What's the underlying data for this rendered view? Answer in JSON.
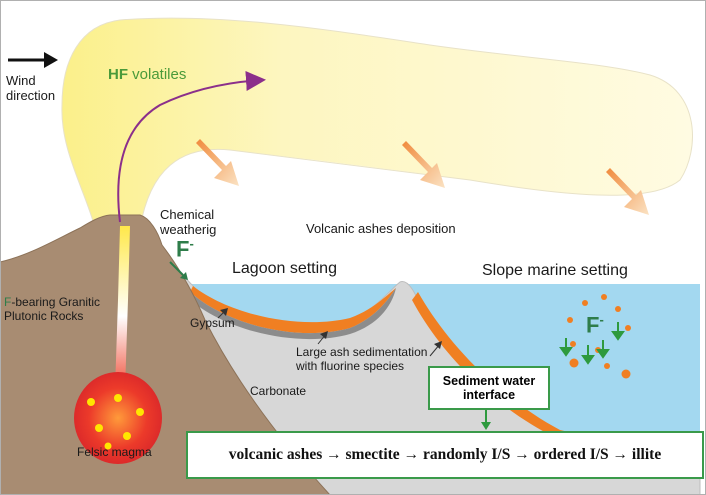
{
  "labels": {
    "wind_direction": "Wind\ndirection",
    "hf_bold": "HF",
    "hf_rest": " volatiles",
    "chemical_weathering": "Chemical\nweatherig",
    "volcanic_ashes_deposition": "Volcanic ashes deposition",
    "lagoon_setting": "Lagoon setting",
    "slope_marine_setting": "Slope marine setting",
    "f_prefix": "F",
    "granitic_rocks": "-bearing Granitic\nPlutonic Rocks",
    "gypsum": "Gypsum",
    "large_ash_sedimentation": "Large ash sedimentation\nwith fluorine species",
    "carbonate": "Carbonate",
    "felsic_magma": "Felsic magma",
    "fluoride_ion": "F",
    "fluoride_charge": "-",
    "sediment_water_interface": "Sediment water\ninterface",
    "transformation_sequence": "volcanic ashes → smectite → randomly I/S → ordered I/S → illite"
  },
  "colors": {
    "sky": "#ffffff",
    "plume": "#fdf6b8",
    "volcano": "#a88c72",
    "sea": "#a3d8f0",
    "seabed": "#d7d7d7",
    "ash_layer": "#f07f22",
    "gypsum_layer": "#8c8c8c",
    "magma": "#e8322a",
    "fluoride_green": "#2e7d4a",
    "box_border": "#3a9a4a",
    "trajectory_arrow": "#8b2f8b"
  }
}
